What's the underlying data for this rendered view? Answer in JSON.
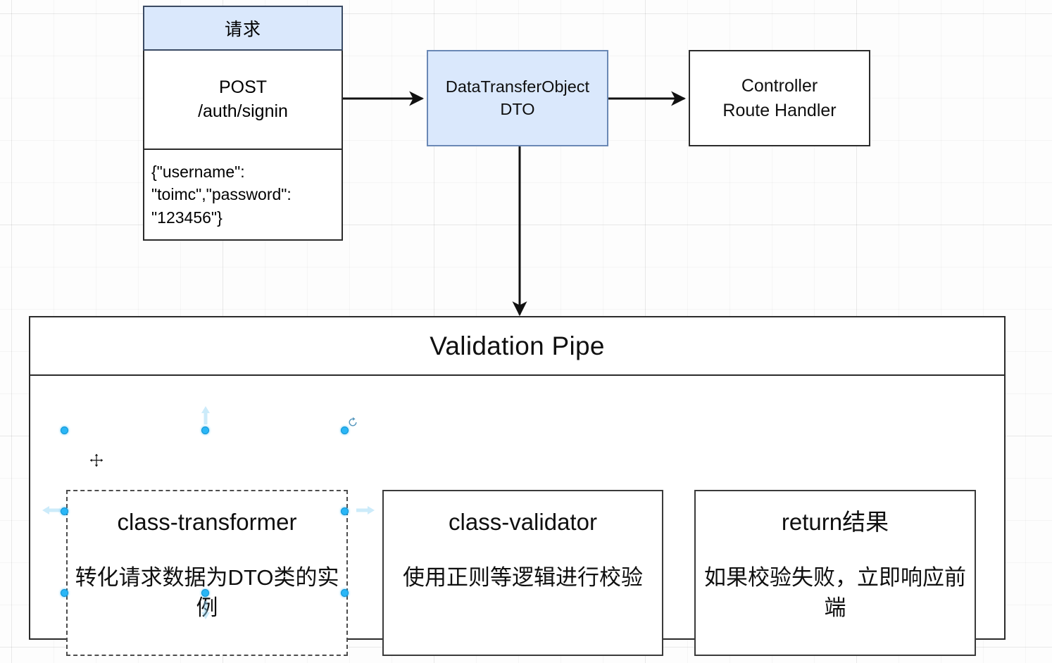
{
  "diagram": {
    "title": "Validation Pipe flow",
    "colors": {
      "accent_blue_fill": "#dae8fc",
      "accent_blue_stroke": "#6a88b5",
      "stroke": "#2b2b2b",
      "canvas": "#fdfdfd",
      "selection_handle": "#29b6f6"
    }
  },
  "request": {
    "header_label": "请求",
    "method_line1": "POST",
    "method_line2": "/auth/signin",
    "body_payload": "{\"username\": \"toimc\",\"password\": \"123456\"}"
  },
  "dto": {
    "line1": "DataTransferObject",
    "line2": "DTO"
  },
  "controller": {
    "line1": "Controller",
    "line2": "Route Handler"
  },
  "pipe": {
    "title": "Validation Pipe",
    "steps": [
      {
        "title": "class-transformer",
        "desc": "转化请求数据为DTO类的实例",
        "selected": true
      },
      {
        "title": "class-validator",
        "desc": "使用正则等逻辑进行校验",
        "selected": false
      },
      {
        "title": "return结果",
        "desc": "如果校验失败，立即响应前端",
        "selected": false
      }
    ]
  },
  "selection": {
    "target": "class-transformer",
    "handle_count": 8,
    "rotate_icon": "rotate-icon",
    "move_cursor_icon": "move-cursor-icon"
  }
}
